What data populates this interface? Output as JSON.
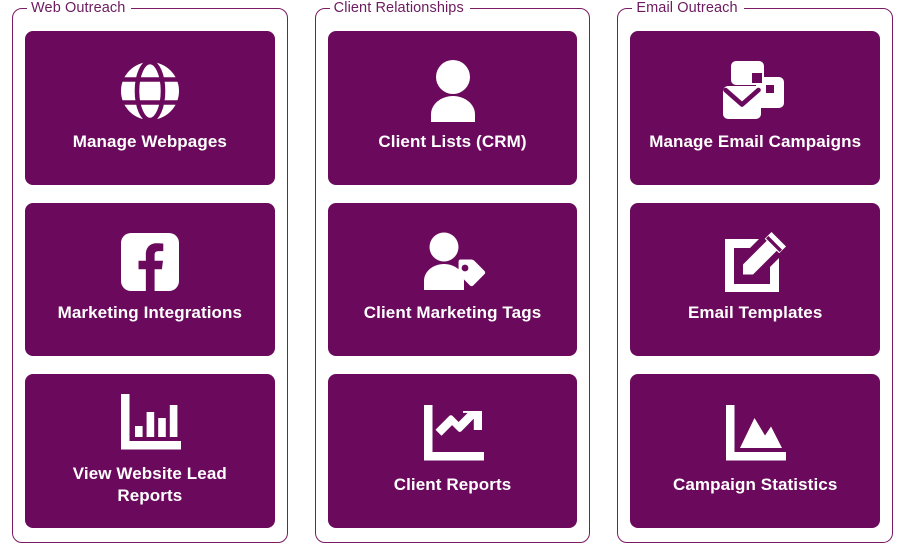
{
  "theme": {
    "tile_color": "#6B0A5C",
    "border_color": "#7B1B63",
    "legend_color": "#6C1B5E",
    "tile_text_color": "#FFFFFF",
    "page_background": "#FFFFFF"
  },
  "groups": [
    {
      "legend": "Web Outreach",
      "tiles": [
        {
          "label": "Manage Webpages",
          "icon": "globe-icon"
        },
        {
          "label": "Marketing Integrations",
          "icon": "facebook-icon"
        },
        {
          "label": "View Website Lead Reports",
          "icon": "bar-chart-icon"
        }
      ]
    },
    {
      "legend": "Client Relationships",
      "tiles": [
        {
          "label": "Client Lists (CRM)",
          "icon": "person-icon"
        },
        {
          "label": "Client Marketing Tags",
          "icon": "person-tag-icon"
        },
        {
          "label": "Client Reports",
          "icon": "line-chart-arrow-icon"
        }
      ]
    },
    {
      "legend": "Email Outreach",
      "tiles": [
        {
          "label": "Manage Email Campaigns",
          "icon": "email-campaign-icon"
        },
        {
          "label": "Email Templates",
          "icon": "edit-square-pencil-icon"
        },
        {
          "label": "Campaign Statistics",
          "icon": "area-chart-icon"
        }
      ]
    }
  ]
}
